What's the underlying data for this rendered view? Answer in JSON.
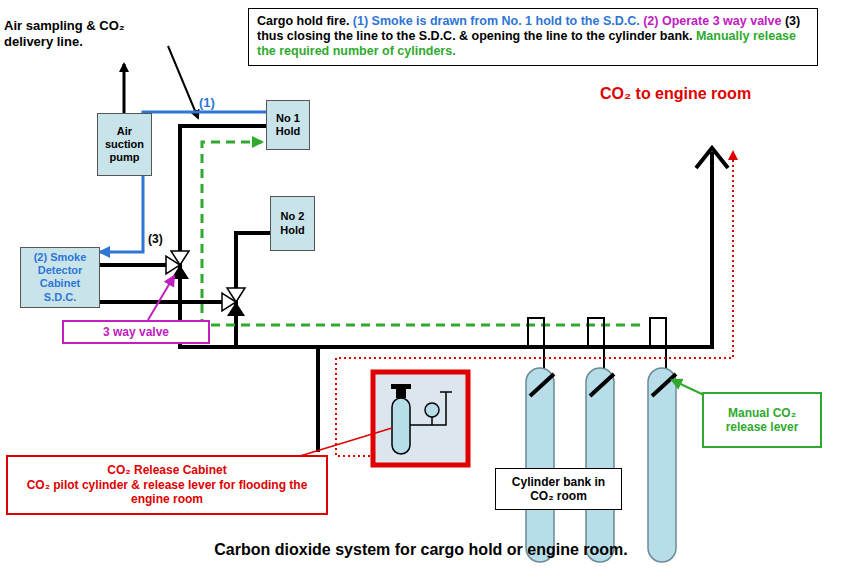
{
  "diagram": {
    "caption": "Carbon dioxide system for cargo hold or engine room.",
    "nodes": [
      {
        "text": [
          "Cargo hold fire.",
          "(1) Smoke is drawn from No. 1 hold to the S.D.C.",
          "(2) Operate 3 way valve",
          "(3) thus closing the line to the S.D.C. & opening the line to the cylinder bank.",
          "Manually release the required number of cylinders."
        ]
      },
      {
        "text": [
          "Air suction pump"
        ]
      },
      {
        "text": [
          "No 1 Hold"
        ]
      },
      {
        "text": [
          "No 2 Hold"
        ]
      },
      {
        "text": [
          "(2) Smoke Detector Cabinet",
          "S.D.C."
        ]
      },
      {
        "text": [
          "3 way valve"
        ]
      },
      {
        "text": [
          "CO₂ Release Cabinet",
          "CO₂ pilot cylinder & release lever for flooding the engine room"
        ]
      },
      {
        "text": [
          "Cylinder bank in CO₂ room"
        ]
      },
      {
        "text": [
          "Manual CO₂ release lever"
        ]
      }
    ],
    "edges": [
      {
        "from": 2,
        "to": 4,
        "arrow": "to"
      }
    ],
    "labels": [
      "Air sampling & CO₂ delivery line.",
      "(1)",
      "(3)",
      "CO₂ to engine room"
    ]
  }
}
